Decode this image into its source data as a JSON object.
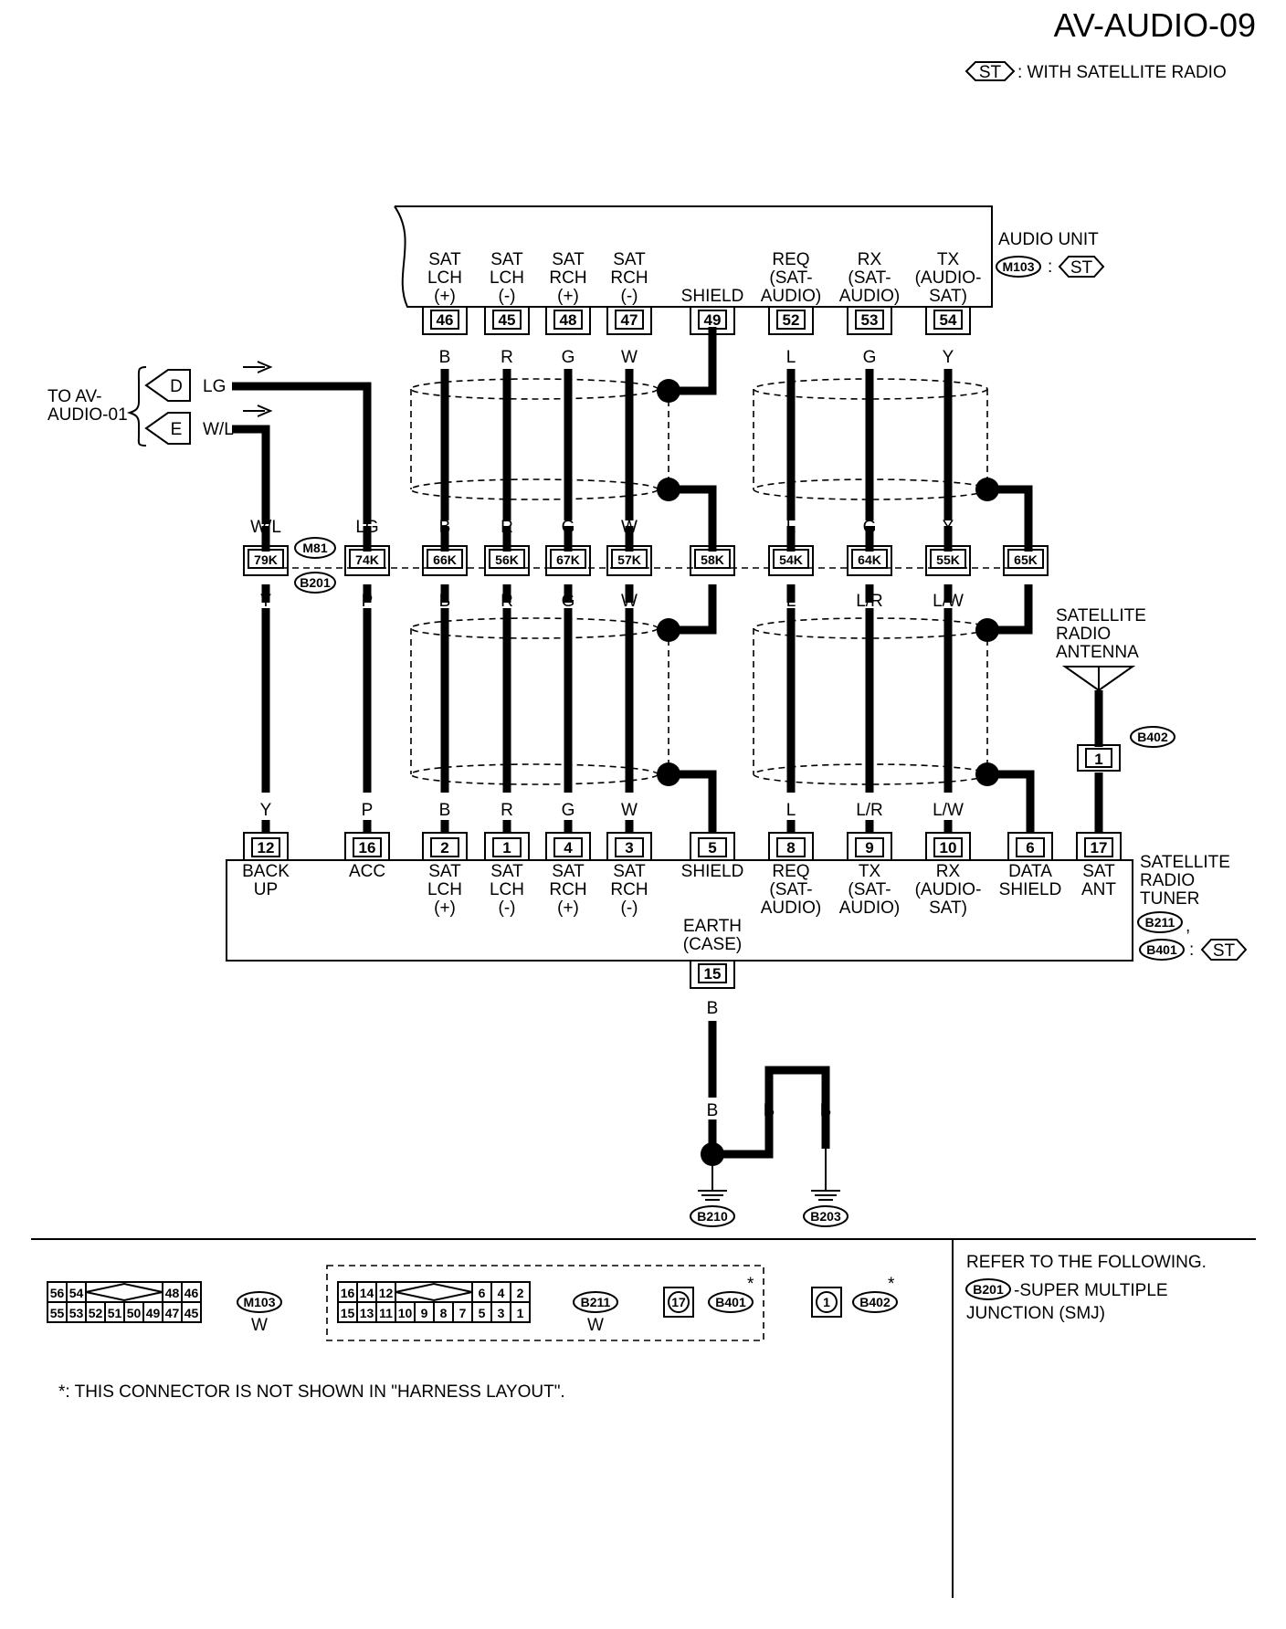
{
  "page_code": "AV-AUDIO-09",
  "legend": {
    "code": "ST",
    "text": ": WITH SATELLITE RADIO"
  },
  "audio_unit": {
    "name": "AUDIO UNIT",
    "connector": "M103",
    "sep": ":",
    "badge": "ST",
    "terminals": [
      {
        "pin": "46",
        "label": [
          "SAT",
          "LCH",
          "(+)"
        ],
        "wire": "B"
      },
      {
        "pin": "45",
        "label": [
          "SAT",
          "LCH",
          "(-)"
        ],
        "wire": "R"
      },
      {
        "pin": "48",
        "label": [
          "SAT",
          "RCH",
          "(+)"
        ],
        "wire": "G"
      },
      {
        "pin": "47",
        "label": [
          "SAT",
          "RCH",
          "(-)"
        ],
        "wire": "W"
      },
      {
        "pin": "49",
        "label": [
          "SHIELD"
        ]
      },
      {
        "pin": "52",
        "label": [
          "REQ",
          "(SAT-",
          "AUDIO)"
        ],
        "wire": "L"
      },
      {
        "pin": "53",
        "label": [
          "RX",
          "(SAT-",
          "AUDIO)"
        ],
        "wire": "G"
      },
      {
        "pin": "54",
        "label": [
          "TX",
          "(AUDIO-",
          "SAT)"
        ],
        "wire": "Y"
      }
    ]
  },
  "to_ref": {
    "lines": [
      "TO AV-",
      "AUDIO-01"
    ],
    "d": {
      "letter": "D",
      "wire": "LG"
    },
    "e": {
      "letter": "E",
      "wire": "W/L"
    }
  },
  "junction": {
    "connectors": [
      "M81",
      "B201"
    ],
    "pins": [
      {
        "pin": "79K",
        "top": "W/L",
        "bottom": "Y"
      },
      {
        "pin": "74K",
        "top": "LG",
        "bottom": "P"
      },
      {
        "pin": "66K",
        "top": "B",
        "bottom": "B"
      },
      {
        "pin": "56K",
        "top": "R",
        "bottom": "R"
      },
      {
        "pin": "67K",
        "top": "G",
        "bottom": "G"
      },
      {
        "pin": "57K",
        "top": "W",
        "bottom": "W"
      },
      {
        "pin": "58K"
      },
      {
        "pin": "54K",
        "top": "L",
        "bottom": "L"
      },
      {
        "pin": "64K",
        "top": "G",
        "bottom": "L/R"
      },
      {
        "pin": "55K",
        "top": "Y",
        "bottom": "L/W"
      },
      {
        "pin": "65K"
      }
    ]
  },
  "antenna": {
    "lines": [
      "SATELLITE",
      "RADIO",
      "ANTENNA"
    ],
    "connector": "B402",
    "pin": "1"
  },
  "tuner": {
    "name_lines": [
      "SATELLITE",
      "RADIO",
      "TUNER"
    ],
    "connectors": [
      "B211",
      "B401"
    ],
    "comma": ",",
    "sep": ":",
    "badge": "ST",
    "terminals": [
      {
        "pin": "12",
        "label": [
          "BACK",
          "UP"
        ],
        "wire": "Y"
      },
      {
        "pin": "16",
        "label": [
          "ACC"
        ],
        "wire": "P"
      },
      {
        "pin": "2",
        "label": [
          "SAT",
          "LCH",
          "(+)"
        ],
        "wire": "B"
      },
      {
        "pin": "1",
        "label": [
          "SAT",
          "LCH",
          "(-)"
        ],
        "wire": "R"
      },
      {
        "pin": "4",
        "label": [
          "SAT",
          "RCH",
          "(+)"
        ],
        "wire": "G"
      },
      {
        "pin": "3",
        "label": [
          "SAT",
          "RCH",
          "(-)"
        ],
        "wire": "W"
      },
      {
        "pin": "5",
        "label": [
          "SHIELD"
        ]
      },
      {
        "pin": "8",
        "label": [
          "REQ",
          "(SAT-",
          "AUDIO)"
        ],
        "wire": "L"
      },
      {
        "pin": "9",
        "label": [
          "TX",
          "(SAT-",
          "AUDIO)"
        ],
        "wire": "L/R"
      },
      {
        "pin": "10",
        "label": [
          "RX",
          "(AUDIO-",
          "SAT)"
        ],
        "wire": "L/W"
      },
      {
        "pin": "6",
        "label": [
          "DATA",
          "SHIELD"
        ]
      },
      {
        "pin": "17",
        "label": [
          "SAT",
          "ANT"
        ]
      }
    ],
    "earth": {
      "label": [
        "EARTH",
        "(CASE)"
      ],
      "pin": "15",
      "wire": "B"
    }
  },
  "ground": {
    "b210": {
      "code": "B210",
      "wire": "B"
    },
    "b203": {
      "code": "B203",
      "wire": "B"
    },
    "jumper_wire": "B"
  },
  "connector_views": {
    "m103": {
      "top": [
        "56",
        "54",
        "48",
        "46"
      ],
      "bottom": [
        "55",
        "53",
        "52",
        "51",
        "50",
        "49",
        "47",
        "45"
      ],
      "code": "M103",
      "color": "W"
    },
    "b211": {
      "top": [
        "16",
        "14",
        "12",
        "6",
        "4",
        "2"
      ],
      "bottom": [
        "15",
        "13",
        "11",
        "10",
        "9",
        "8",
        "7",
        "5",
        "3",
        "1"
      ],
      "code": "B211",
      "color": "W"
    },
    "b401": {
      "pin": "17",
      "code": "B401"
    },
    "b402": {
      "pin": "1",
      "code": "B402"
    },
    "asterisk": "*"
  },
  "footnote": "*: THIS CONNECTOR IS NOT SHOWN IN \"HARNESS LAYOUT\".",
  "refer": {
    "title": "REFER TO THE FOLLOWING.",
    "code": "B201",
    "text": "-SUPER MULTIPLE",
    "text2": "JUNCTION (SMJ)"
  }
}
